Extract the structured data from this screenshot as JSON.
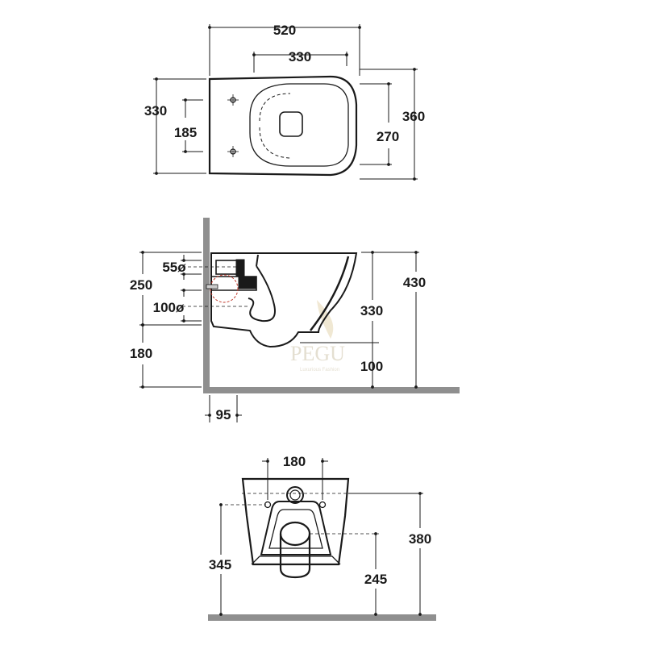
{
  "top_view": {
    "width": "520",
    "bowl_width": "330",
    "height_left": "330",
    "fixing_spacing": "185",
    "height_right": "360",
    "bowl_inner_height": "270"
  },
  "side_view": {
    "drain_diameter": "55ø",
    "fixing_height": "250",
    "waste_diameter": "100ø",
    "floor_to_fixing": "180",
    "rim_height": "430",
    "bowl_depth": "330",
    "rim_clearance": "100",
    "wall_offset": "95"
  },
  "front_view": {
    "fixing_spacing": "180",
    "total_height": "380",
    "fixing_height": "345",
    "outlet_height": "245"
  },
  "watermark": {
    "brand": "PEGU",
    "tagline": "Luxurious Fashion"
  },
  "colors": {
    "line": "#1a1a1a",
    "wall": "#8f8f8f",
    "dashed_hidden": "#555555",
    "red_circle": "#c0392b"
  }
}
